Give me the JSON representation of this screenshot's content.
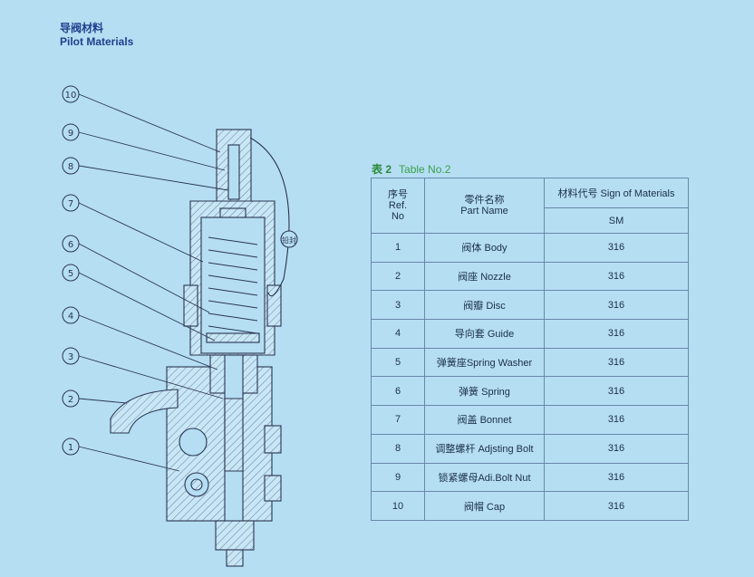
{
  "header": {
    "title_cn": "导阀材料",
    "title_en": "Pilot Materials"
  },
  "table": {
    "caption_cn": "表 2",
    "caption_en": "Table No.2",
    "col_ref": [
      "序号",
      "Ref.",
      "No"
    ],
    "col_part": [
      "零件名称",
      "Part Name"
    ],
    "col_material": "材料代号 Sign of Materials",
    "col_material_sub": "SM",
    "rows": [
      {
        "ref": "1",
        "part": "阀体  Body",
        "sm": "316"
      },
      {
        "ref": "2",
        "part": "阀座 Nozzle",
        "sm": "316"
      },
      {
        "ref": "3",
        "part": "阀瓣 Disc",
        "sm": "316"
      },
      {
        "ref": "4",
        "part": "导向套 Guide",
        "sm": "316"
      },
      {
        "ref": "5",
        "part": "弹簧座Spring Washer",
        "sm": "316"
      },
      {
        "ref": "6",
        "part": "弹簧 Spring",
        "sm": "316"
      },
      {
        "ref": "7",
        "part": "阀盖 Bonnet",
        "sm": "316"
      },
      {
        "ref": "8",
        "part": "调整螺杆 Adjsting Bolt",
        "sm": "316"
      },
      {
        "ref": "9",
        "part": "锁紧螺母Adi.Bolt Nut",
        "sm": "316"
      },
      {
        "ref": "10",
        "part": "阀帽 Cap",
        "sm": "316"
      }
    ]
  },
  "drawing": {
    "balloons": [
      "10",
      "9",
      "8",
      "7",
      "6",
      "5",
      "4",
      "3",
      "2",
      "1"
    ],
    "seal_label": "铅封",
    "colors": {
      "background": "#b5def3",
      "line": "#2a3550",
      "hatch": "#6f7f96"
    }
  }
}
